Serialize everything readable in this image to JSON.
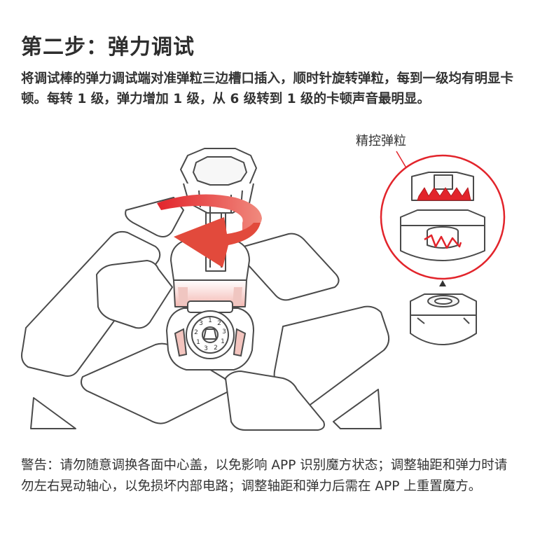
{
  "title": "第二步：弹力调试",
  "intro": "将调试棒的弹力调试端对准弹粒三边槽口插入，顺时针旋转弹粒，每到一级均有明显卡顿。每转 1 级，弹力增加 1 级，从 6 级转到 1 级的卡顿声音最明显。",
  "callout_label": "精控弹粒",
  "warning": "警告：请勿随意调换各面中心盖，以免影响 APP 识别魔方状态；调整轴距和弹力时请勿左右晃动轴心，以免损坏内部电路；调整轴距和弹力后需在 APP 上重置魔方。",
  "dial_numbers": [
    "1",
    "2",
    "3",
    "1",
    "2",
    "3",
    "1",
    "2",
    "3"
  ],
  "colors": {
    "accent_red": "#e2242b",
    "outline": "#4a4a4a",
    "arrow_light": "#f08a7e"
  },
  "icons": [
    "adjust-tool-icon",
    "rotate-clockwise-arrow-icon",
    "center-cap-dial-icon",
    "spring-pellet-icon",
    "pointer-up-triangle-icon"
  ]
}
